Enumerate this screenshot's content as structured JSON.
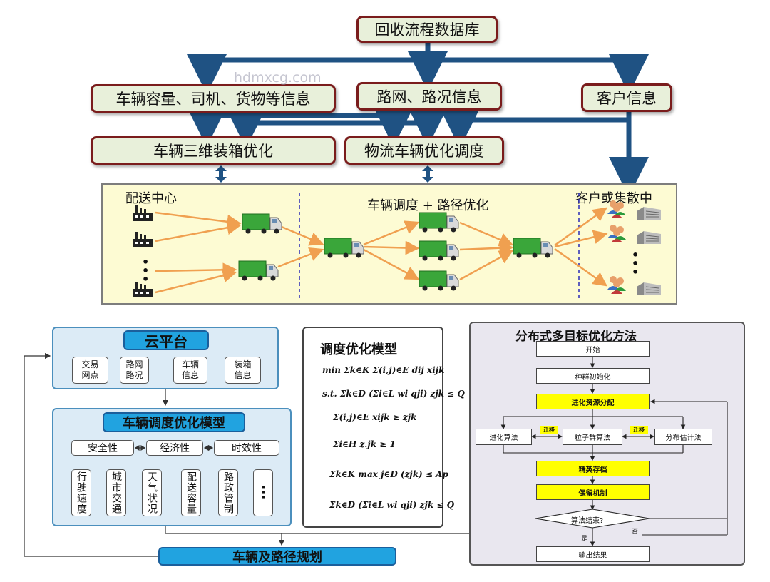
{
  "top": {
    "database": "回收流程数据库",
    "vehicle_info": "车辆容量、司机、货物等信息",
    "road_info": "路网、路况信息",
    "customer_info": "客户信息",
    "packing": "车辆三维装箱优化",
    "dispatch": "物流车辆优化调度"
  },
  "watermark": "hdmxcg.com",
  "distribution": {
    "center_label": "配送中心",
    "middle_label": "车辆调度 + 路径优化",
    "customer_label": "客户或集散中",
    "dots": "•\n•\n•"
  },
  "cloud": {
    "title": "云平台",
    "items": [
      "交易\n网点",
      "路网\n路况",
      "车辆\n信息",
      "装箱\n信息"
    ]
  },
  "schedule_model": {
    "title": "车辆调度优化模型",
    "pills": [
      "安全性",
      "经济性",
      "时效性"
    ],
    "factors": [
      "行驶速度",
      "城市交通",
      "天气状况",
      "配送容量",
      "路政管制",
      "···"
    ]
  },
  "math_model": {
    "title": "调度优化模型",
    "formulas": [
      "min Σk∈K Σ(i,j)∈E dij xijk",
      "s.t. Σk∈D (Σi∈L wi qji) zjk ≤ Q",
      "Σ(i,j)∈E xijk ≥ zjk",
      "Σi∈H z.jk ≥ 1",
      "Σk∈K max j∈D (zjk) ≤ Ap",
      "Σk∈D (Σi∈L wi qji) zjk ≤ Q"
    ]
  },
  "flow": {
    "title": "分布式多目标优化方法",
    "start": "开始",
    "init": "种群初始化",
    "alloc": "进化资源分配",
    "evo": "进化算法",
    "pso": "粒子群算法",
    "eda": "分布估计法",
    "migrate": "迁移",
    "elite": "精英存档",
    "retain": "保留机制",
    "end_q": "算法结束?",
    "yes": "是",
    "no": "否",
    "output": "输出结果"
  },
  "planning": "车辆及路径规划",
  "colors": {
    "arrow_blue": "#1f5283",
    "orange_arrow": "#f0a050",
    "truck_green": "#3aa63a",
    "highlight_yellow": "#ffff00"
  }
}
